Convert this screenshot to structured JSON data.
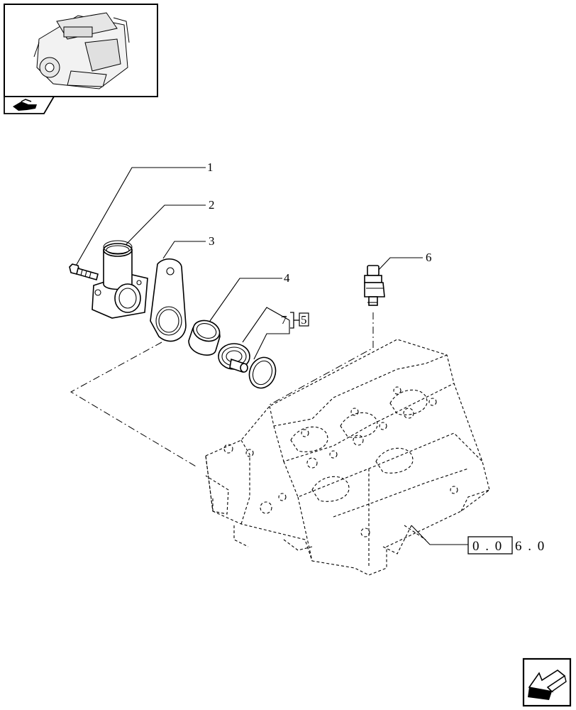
{
  "callouts": [
    {
      "id": "1",
      "label": "1"
    },
    {
      "id": "2",
      "label": "2"
    },
    {
      "id": "3",
      "label": "3"
    },
    {
      "id": "4",
      "label": "4"
    },
    {
      "id": "5",
      "label": "5"
    },
    {
      "id": "6",
      "label": "6"
    },
    {
      "id": "7",
      "label": "7"
    }
  ],
  "reference": {
    "boxed": "0 . 0",
    "rest": "6 . 0"
  },
  "icons": {
    "thumbnail": "engine-thumbnail",
    "tab": "hand-pointer-icon",
    "nav": "next-page-arrow-icon"
  }
}
